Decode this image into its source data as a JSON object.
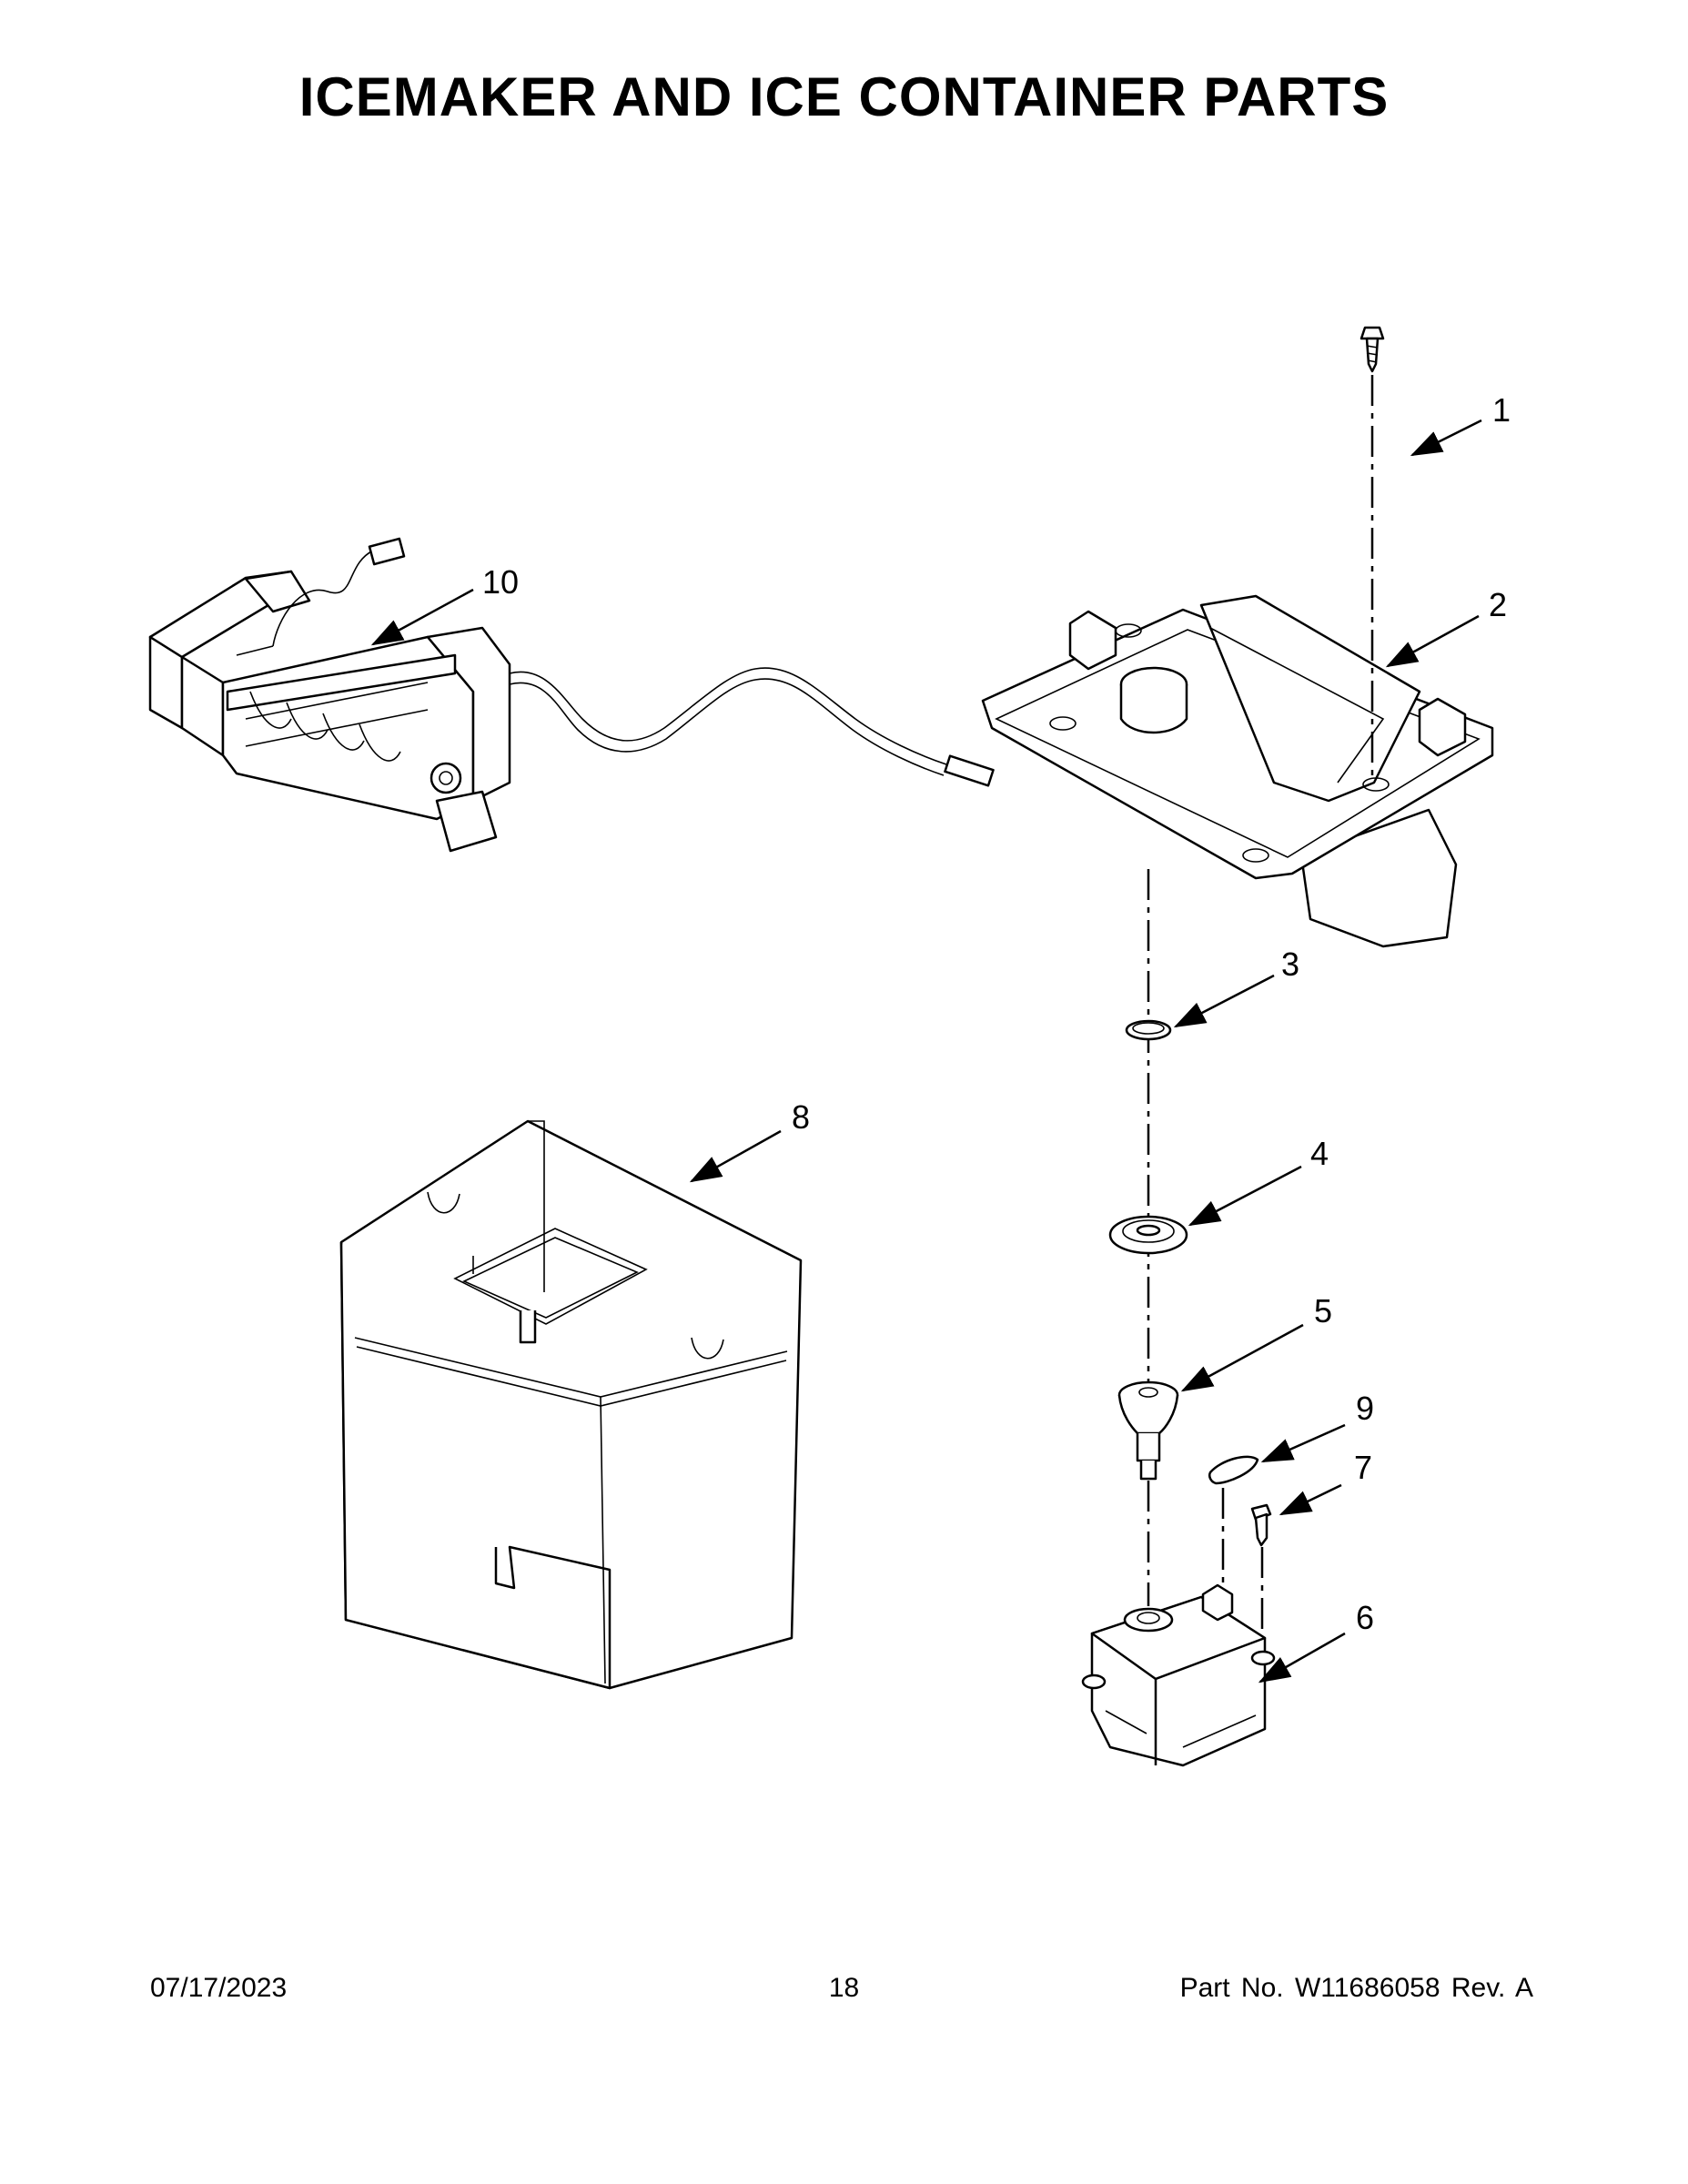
{
  "title": "ICEMAKER AND ICE CONTAINER PARTS",
  "callouts": [
    "1",
    "2",
    "3",
    "4",
    "5",
    "6",
    "7",
    "8",
    "9",
    "10"
  ],
  "footer": {
    "date": "07/17/2023",
    "page": "18",
    "part_no": "Part No.  W11686058  Rev.  A"
  },
  "line_color": "#000000",
  "background": "#ffffff"
}
